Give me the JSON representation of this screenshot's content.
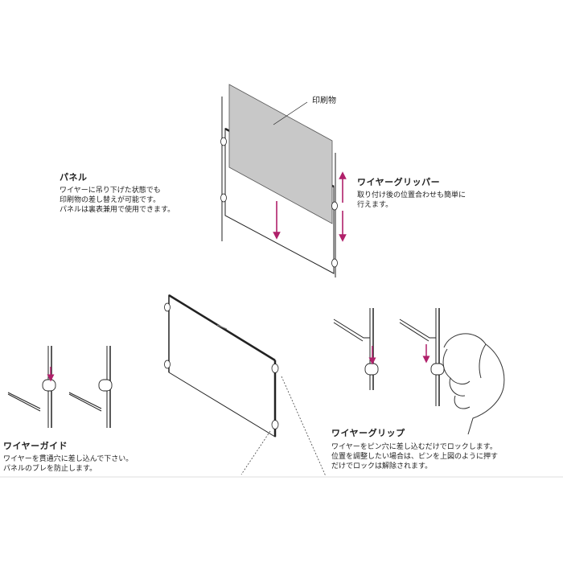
{
  "labels": {
    "print": "印刷物",
    "panel": {
      "title": "パネル",
      "lines": [
        "ワイヤーに吊り下げた状態でも",
        "印刷物の差し替えが可能です。",
        "パネルは裏表兼用で使用できます。"
      ]
    },
    "gripper": {
      "title": "ワイヤーグリッパー",
      "lines": [
        "取り付け後の位置合わせも簡単に",
        "行えます。"
      ]
    },
    "guide": {
      "title": "ワイヤーガイド",
      "lines": [
        "ワイヤーを貫通穴に差し込んで下さい。",
        "パネルのブレを防止します。"
      ]
    },
    "grip": {
      "title": "ワイヤーグリップ",
      "lines": [
        "ワイヤーをピン穴に差し込むだけでロックします。",
        "位置を調整したい場合は、ピンを上図のように押す",
        "だけでロックは解除されます。"
      ]
    }
  },
  "colors": {
    "arrow": "#b0206a",
    "line": "#222222",
    "print_fill": "#c8c8c8"
  }
}
